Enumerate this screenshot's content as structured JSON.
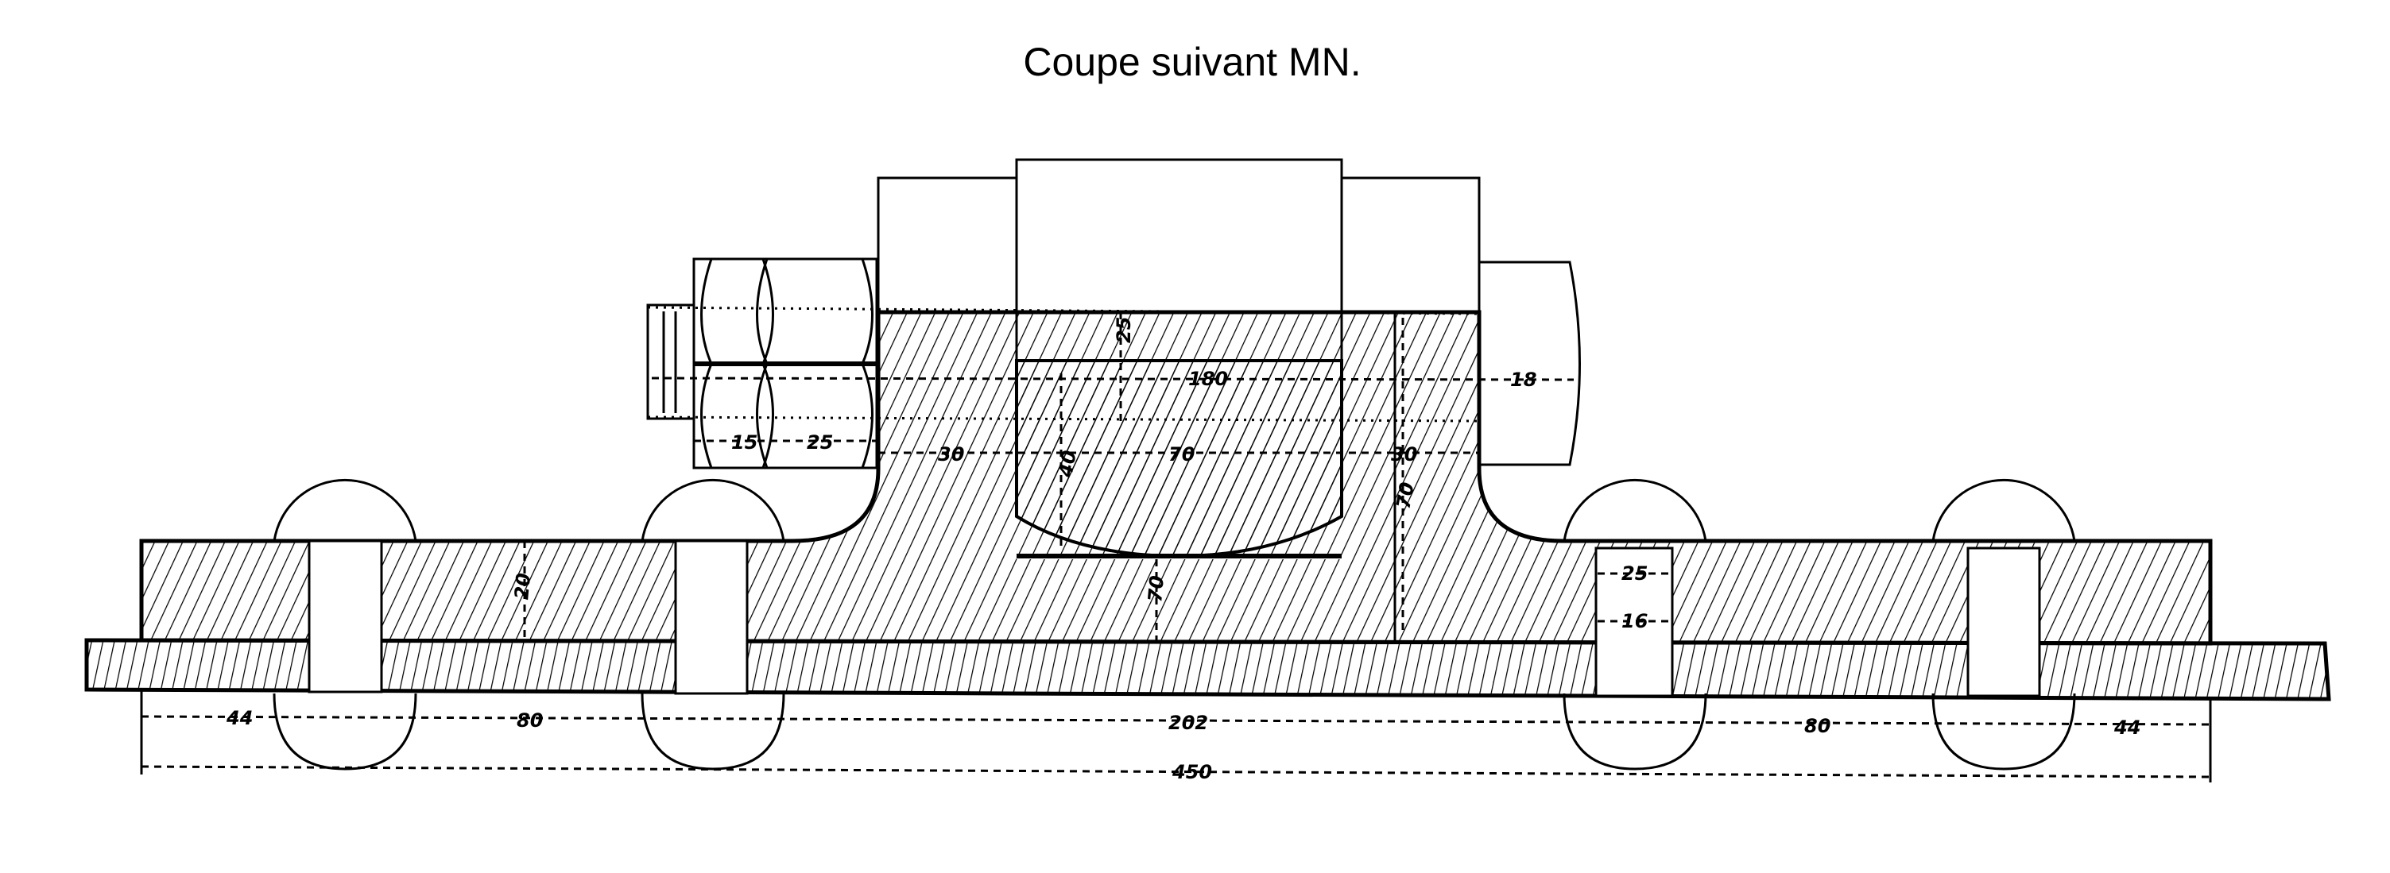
{
  "title": "Coupe suivant MN.",
  "labels": {
    "nut_15": "15",
    "nut_25": "25",
    "left_30": "30",
    "gap_25": "25",
    "width_180": "180",
    "height_40": "40",
    "width_70": "70",
    "right_30": "30",
    "height_70_right": "70",
    "bolt_18": "18",
    "plate_20": "20",
    "web_70": "70",
    "rivet_25": "25",
    "rivet_16": "16"
  },
  "dimensions": {
    "d1": "44",
    "d2": "80",
    "d3": "202",
    "d4": "80",
    "d5": "44",
    "total": "450"
  },
  "colors": {
    "ink": "#000000",
    "paper": "#ffffff"
  }
}
